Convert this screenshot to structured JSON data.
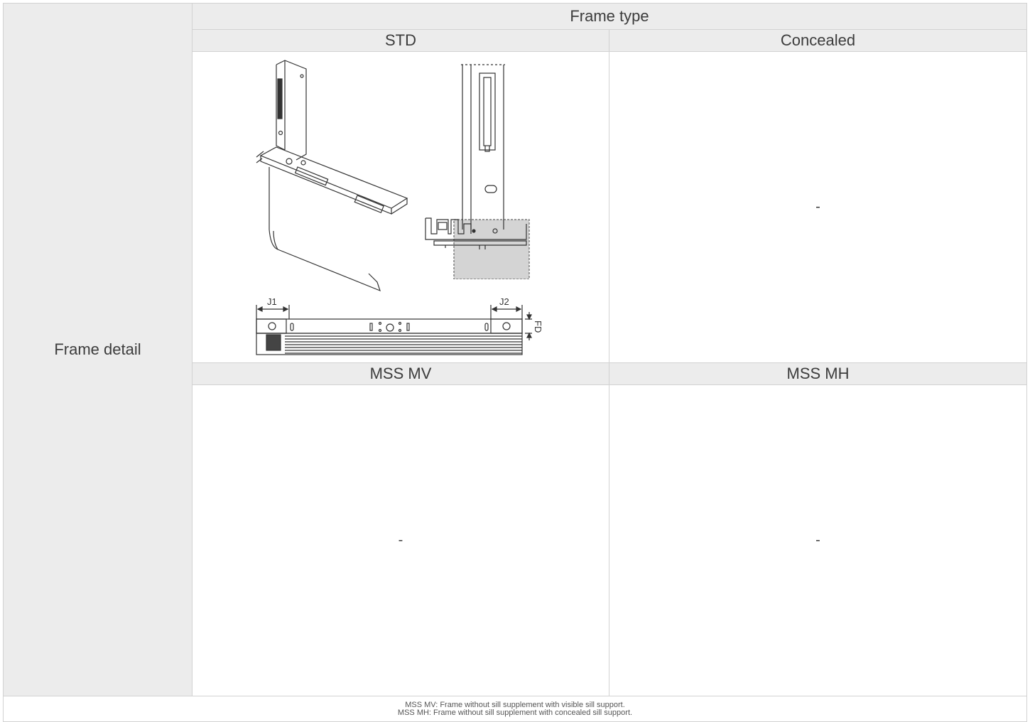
{
  "row_header": {
    "label": "Frame detail"
  },
  "header": {
    "title": "Frame type"
  },
  "columns": {
    "std": "STD",
    "concealed": "Concealed",
    "mss_mv": "MSS MV",
    "mss_mh": "MSS MH"
  },
  "cells": {
    "concealed": "-",
    "mss_mv": "-",
    "mss_mh": "-"
  },
  "drawing": {
    "label_j1": "J1",
    "label_j2": "J2",
    "label_fd": "FD"
  },
  "footnotes": [
    "MSS MV: Frame without sill supplement with visible sill support.",
    "MSS MH: Frame without sill supplement with concealed sill support."
  ]
}
